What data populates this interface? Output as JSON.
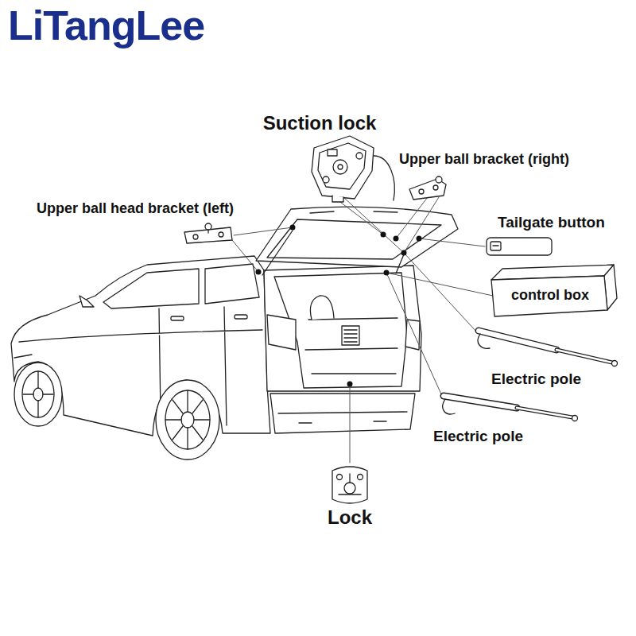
{
  "diagram": {
    "labels": [
      "LiTangLee",
      "Suction lock",
      "Upper ball bracket (right)",
      "Upper ball head bracket (left)",
      "Tailgate button",
      "control box",
      "Electric pole",
      "Electric pole",
      "Lock"
    ]
  }
}
